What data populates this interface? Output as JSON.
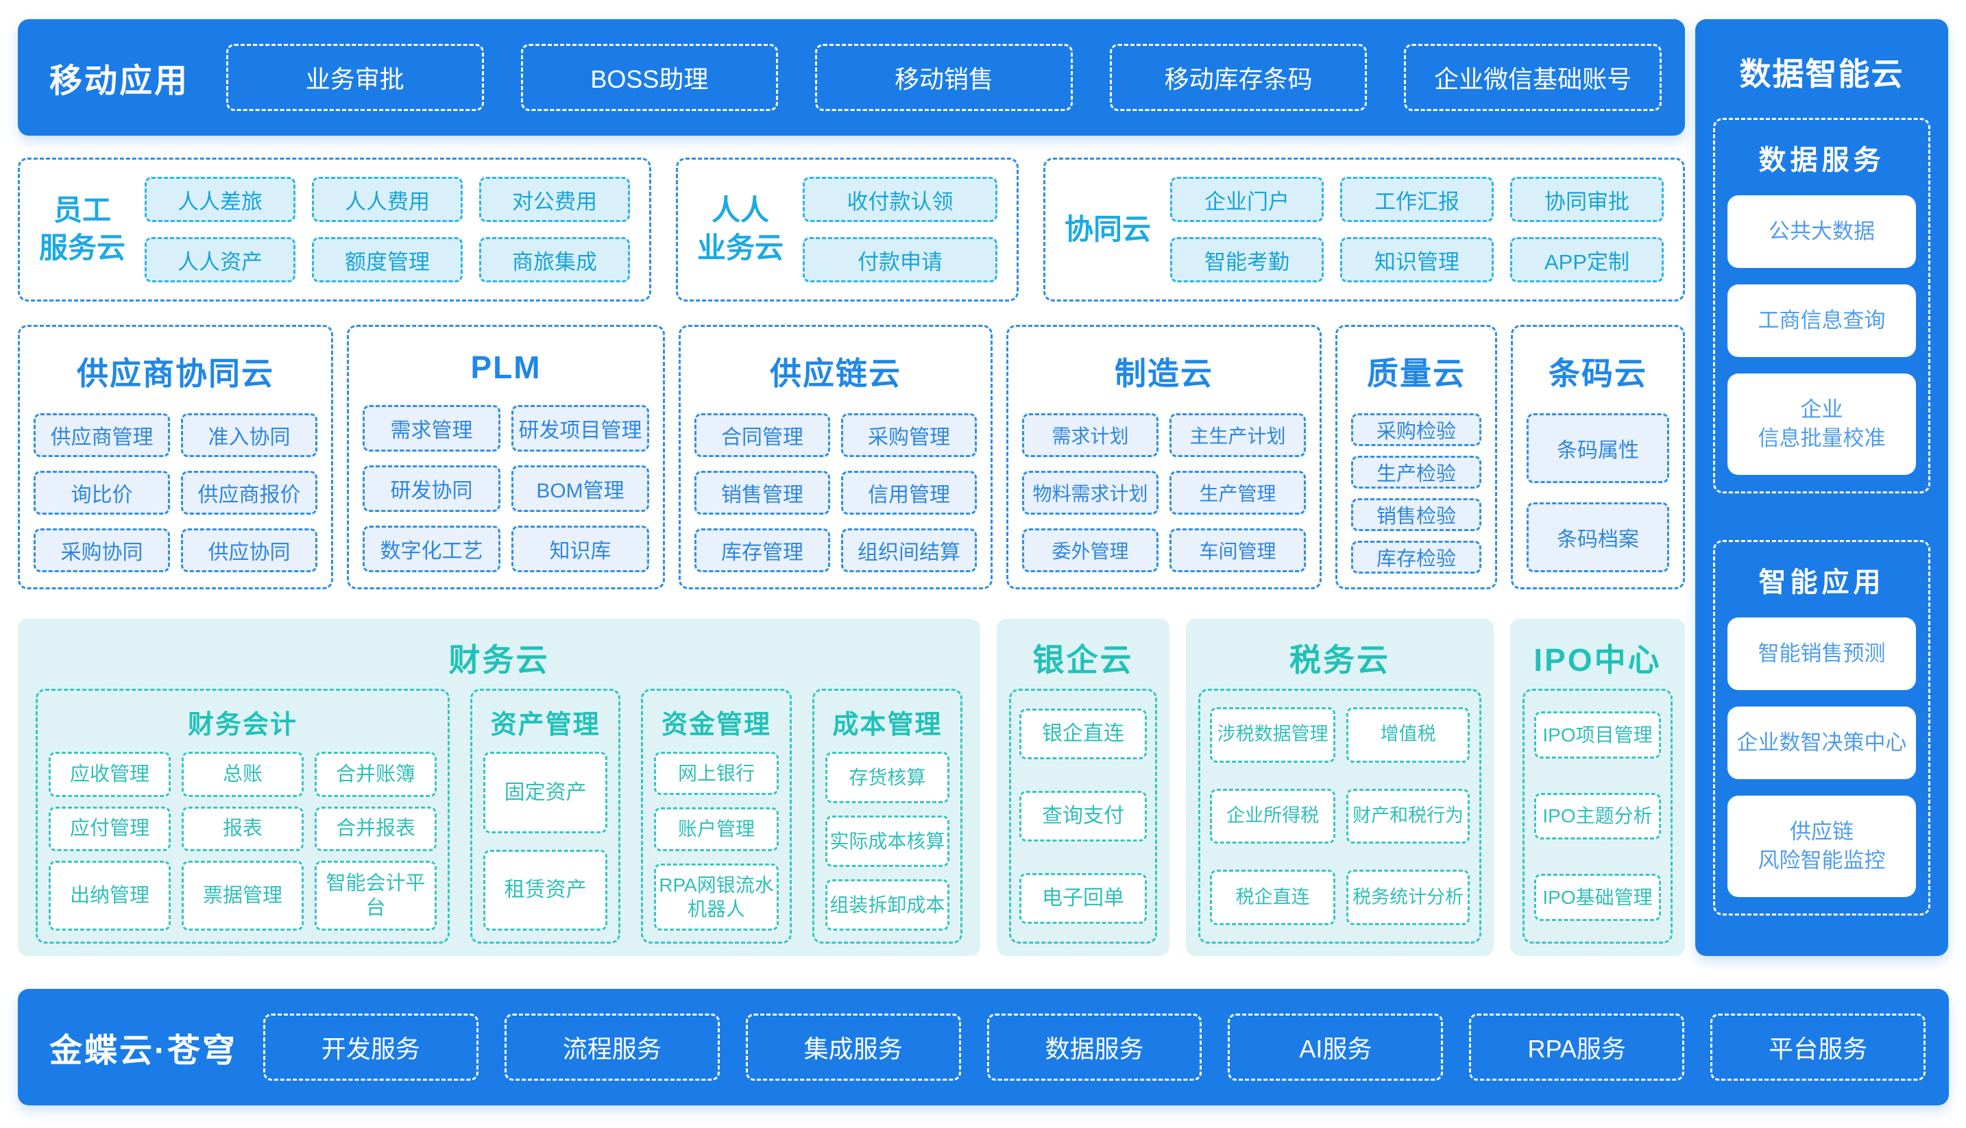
{
  "colors": {
    "primary_blue": "#1b7ce8",
    "cyan_accent": "#1ca9e4",
    "blue_accent": "#1f87e8",
    "teal_accent": "#21c1b8",
    "finance_bg": "#dff3f6"
  },
  "top_bar": {
    "title": "移动应用",
    "buttons": [
      "业务审批",
      "BOSS助理",
      "移动销售",
      "移动库存条码",
      "企业微信基础账号"
    ]
  },
  "employee_cloud": {
    "title": "员工\n服务云",
    "items": [
      "人人差旅",
      "人人费用",
      "对公费用",
      "人人资产",
      "额度管理",
      "商旅集成"
    ]
  },
  "people_business_cloud": {
    "title": "人人\n业务云",
    "items": [
      "收付款认领",
      "付款申请"
    ]
  },
  "collaboration_cloud": {
    "title": "协同云",
    "items": [
      "企业门户",
      "工作汇报",
      "协同审批",
      "智能考勤",
      "知识管理",
      "APP定制"
    ]
  },
  "supplier_cloud": {
    "title": "供应商协同云",
    "items": [
      "供应商管理",
      "准入协同",
      "询比价",
      "供应商报价",
      "采购协同",
      "供应协同"
    ]
  },
  "plm": {
    "title": "PLM",
    "items": [
      "需求管理",
      "研发项目管理",
      "研发协同",
      "BOM管理",
      "数字化工艺",
      "知识库"
    ]
  },
  "supply_chain_cloud": {
    "title": "供应链云",
    "items": [
      "合同管理",
      "采购管理",
      "销售管理",
      "信用管理",
      "库存管理",
      "组织间结算"
    ]
  },
  "manufacturing_cloud": {
    "title": "制造云",
    "items": [
      "需求计划",
      "主生产计划",
      "物料需求计划",
      "生产管理",
      "委外管理",
      "车间管理"
    ]
  },
  "quality_cloud": {
    "title": "质量云",
    "items": [
      "采购检验",
      "生产检验",
      "销售检验",
      "库存检验"
    ]
  },
  "barcode_cloud": {
    "title": "条码云",
    "items": [
      "条码属性",
      "条码档案"
    ]
  },
  "finance_cloud": {
    "title": "财务云",
    "sections": [
      {
        "title": "财务会计",
        "items": [
          "应收管理",
          "总账",
          "合并账簿",
          "应付管理",
          "报表",
          "合并报表",
          "出纳管理",
          "票据管理",
          "智能会计平台"
        ]
      },
      {
        "title": "资产管理",
        "items": [
          "固定资产",
          "租赁资产"
        ]
      },
      {
        "title": "资金管理",
        "items": [
          "网上银行",
          "账户管理",
          "RPA网银流水\n机器人"
        ]
      },
      {
        "title": "成本管理",
        "items": [
          "存货核算",
          "实际成本核算",
          "组装拆卸成本"
        ]
      }
    ]
  },
  "bank_cloud": {
    "title": "银企云",
    "items": [
      "银企直连",
      "查询支付",
      "电子回单"
    ]
  },
  "tax_cloud": {
    "title": "税务云",
    "items": [
      "涉税数据管理",
      "增值税",
      "企业所得税",
      "财产和税行为",
      "税企直连",
      "税务统计分析"
    ]
  },
  "ipo_center": {
    "title": "IPO中心",
    "items": [
      "IPO项目管理",
      "IPO主题分析",
      "IPO基础管理"
    ]
  },
  "sidebar": {
    "title": "数据智能云",
    "sections": [
      {
        "title": "数据服务",
        "items": [
          "公共大数据",
          "工商信息查询",
          "企业\n信息批量校准"
        ]
      },
      {
        "title": "智能应用",
        "items": [
          "智能销售预测",
          "企业数智决策中心",
          "供应链\n风险智能监控"
        ]
      }
    ]
  },
  "bottom_bar": {
    "title": "金蝶云·苍穹",
    "buttons": [
      "开发服务",
      "流程服务",
      "集成服务",
      "数据服务",
      "AI服务",
      "RPA服务",
      "平台服务"
    ]
  }
}
